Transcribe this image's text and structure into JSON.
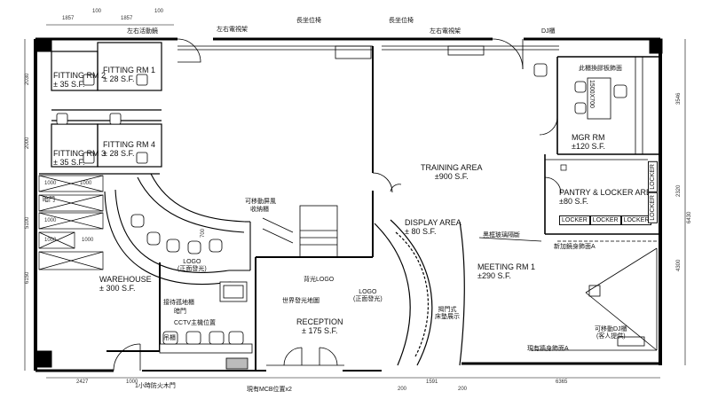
{
  "rooms": {
    "fitting2": {
      "name": "FITTING RM 2",
      "area": "± 35 S.F."
    },
    "fitting1": {
      "name": "FITTING RM 1",
      "area": "± 28 S.F."
    },
    "fitting3": {
      "name": "FITTING RM 3",
      "area": "± 35 S.F."
    },
    "fitting4": {
      "name": "FITTING RM 4",
      "area": "± 28 S.F."
    },
    "warehouse": {
      "name": "WAREHOUSE",
      "area": "± 300 S.F."
    },
    "reception": {
      "name": "RECEPTION",
      "area": "± 175 S.F."
    },
    "training": {
      "name": "TRAINING AREA",
      "area": "±900 S.F."
    },
    "display": {
      "name": "DISPLAY AREA",
      "area": "± 80 S.F."
    },
    "meeting1": {
      "name": "MEETING RM 1",
      "area": "±290 S.F."
    },
    "mgr": {
      "name": "MGR RM",
      "area": "±120 S.F."
    },
    "pantry": {
      "name": "PANTRY & LOCKER AREA",
      "area": "±80 S.F."
    }
  },
  "notes": {
    "sliding_mirror": "左右活動鏡",
    "tv_rack_left": "左右電視架",
    "long_seat_left": "長坐位椅",
    "long_seat_right": "長坐位椅",
    "tv_rack_right": "左右電視架",
    "dj_cabinet": "DJ櫃",
    "desk_swap": "此櫃換膠板飾面",
    "desk_size": "1500X700",
    "movable_screen": "可移動屏風",
    "storage_cabinet": "收納櫃",
    "frosted_glass": "黑框玻璃隔斷",
    "new_mirror": "新加鏡身飾面A",
    "logo_backlit": "LOGO",
    "logo_backlit_sub": "(正面發光)",
    "dark_door_1": "暗門",
    "dark_door_2": "暗門",
    "floor_cabinet": "接待孤地櫃",
    "cctv": "CCTV主機位置",
    "hanging_cabinet": "吊櫃",
    "backlit_logo": "背光LOGO",
    "world_light_board": "世界發光地圖",
    "logo_center": "LOGO",
    "logo_center_sub": "(正面發光)",
    "flip_door": "揭門式",
    "platform_display": "床墊展示",
    "movable_dj": "可移動DJ櫃",
    "movable_dj_sub": "(客人提供)",
    "existing_mirror": "現有牆身飾面A",
    "fire_door": "1小時防火木門",
    "mcb": "現有MCB位置x2"
  },
  "lockers": {
    "row": [
      "LOCKER",
      "LOCKER",
      "LOCKER"
    ],
    "col": [
      "LOCKER",
      "LOCKER"
    ]
  },
  "dims": {
    "top": [
      "1857",
      "100",
      "1857",
      "100"
    ],
    "left": [
      "2030",
      "2000",
      "5100",
      "6150"
    ],
    "right": [
      "3546",
      "2320",
      "4300",
      "6430"
    ],
    "bottom": [
      "2427",
      "1000",
      "200",
      "1591",
      "6365",
      "200"
    ],
    "misc": [
      "1000",
      "1000",
      "1000",
      "1000",
      "700",
      "1000"
    ]
  }
}
